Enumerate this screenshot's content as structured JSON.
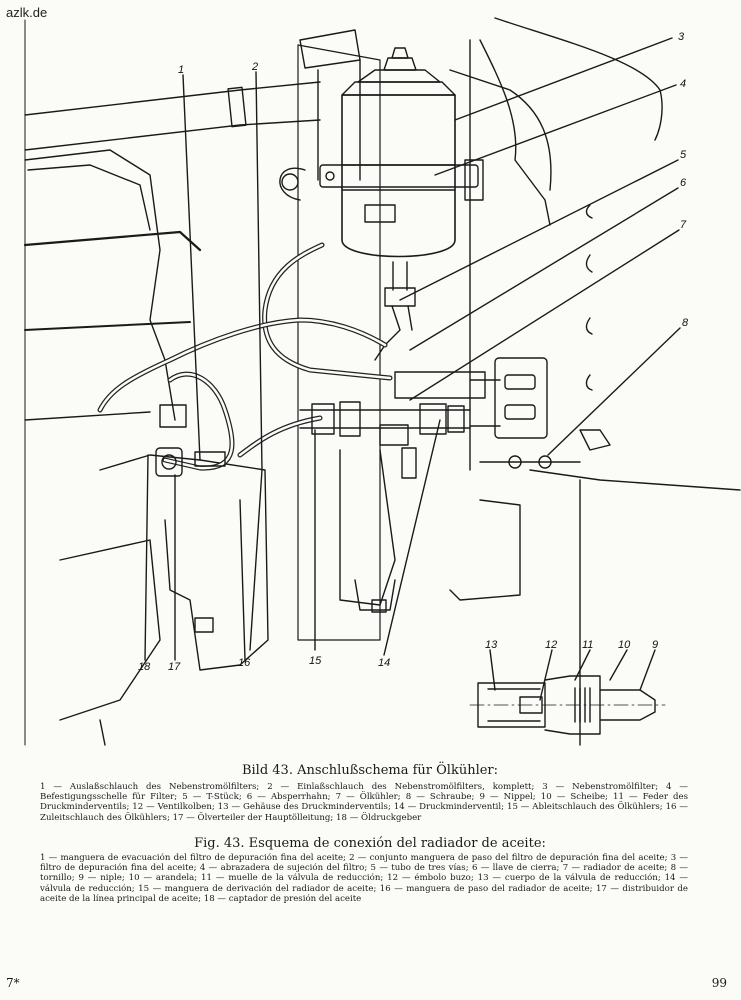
{
  "watermark": "azlk.de",
  "figure": {
    "callouts": [
      "1",
      "2",
      "3",
      "4",
      "5",
      "6",
      "7",
      "8",
      "9",
      "10",
      "11",
      "12",
      "13",
      "14",
      "15",
      "16",
      "17",
      "18"
    ]
  },
  "caption_de": {
    "title": "Bild 43. Anschlußschema für Ölkühler:",
    "legend": "1 — Auslaßschlauch des Nebenstromölfilters; 2 — Einlaßschlauch des Nebenstromölfilters, komplett; 3 — Nebenstromölfilter; 4 — Befestigungsschelle für Filter; 5 — T-Stück; 6 — Absperrhahn; 7 — Ölkühler; 8 — Schraube; 9 — Nippel; 10 — Scheibe; 11 — Feder des Druckminderventils; 12 — Ventilkolben; 13 — Gehäuse des Druckminderventils; 14 — Druckminderventil; 15 — Ableitschlauch des Ölkühlers; 16 — Zuleitschlauch des Ölkühlers; 17 — Ölverteiler der Hauptölleitung; 18 — Öldruckgeber"
  },
  "caption_es": {
    "title": "Fig. 43. Esquema de conexión del radiador de aceite:",
    "legend": "1 — manguera de evacuación del filtro de depuración fina del aceite; 2 — conjunto manguera de paso del filtro de depuración fina del aceite; 3 — filtro de depuración fina del aceite; 4 — abrazadera de sujeción del filtro; 5 — tubo de tres vías; 6 — llave de cierra; 7 — radiador de aceite; 8 — tornillo; 9 — niple; 10 — arandela; 11 — muelle de la válvula de reducción; 12 — émbolo buzo; 13 — cuerpo de la válvula de reducción; 14 — válvula de reducción; 15 — manguera de derivación del radiador de aceite; 16 — manguera de paso del radiador de aceite; 17 — distribuidor de aceite de la línea principal de aceite; 18 — captador de presión del aceite"
  },
  "page": {
    "left": "7*",
    "right": "99"
  }
}
